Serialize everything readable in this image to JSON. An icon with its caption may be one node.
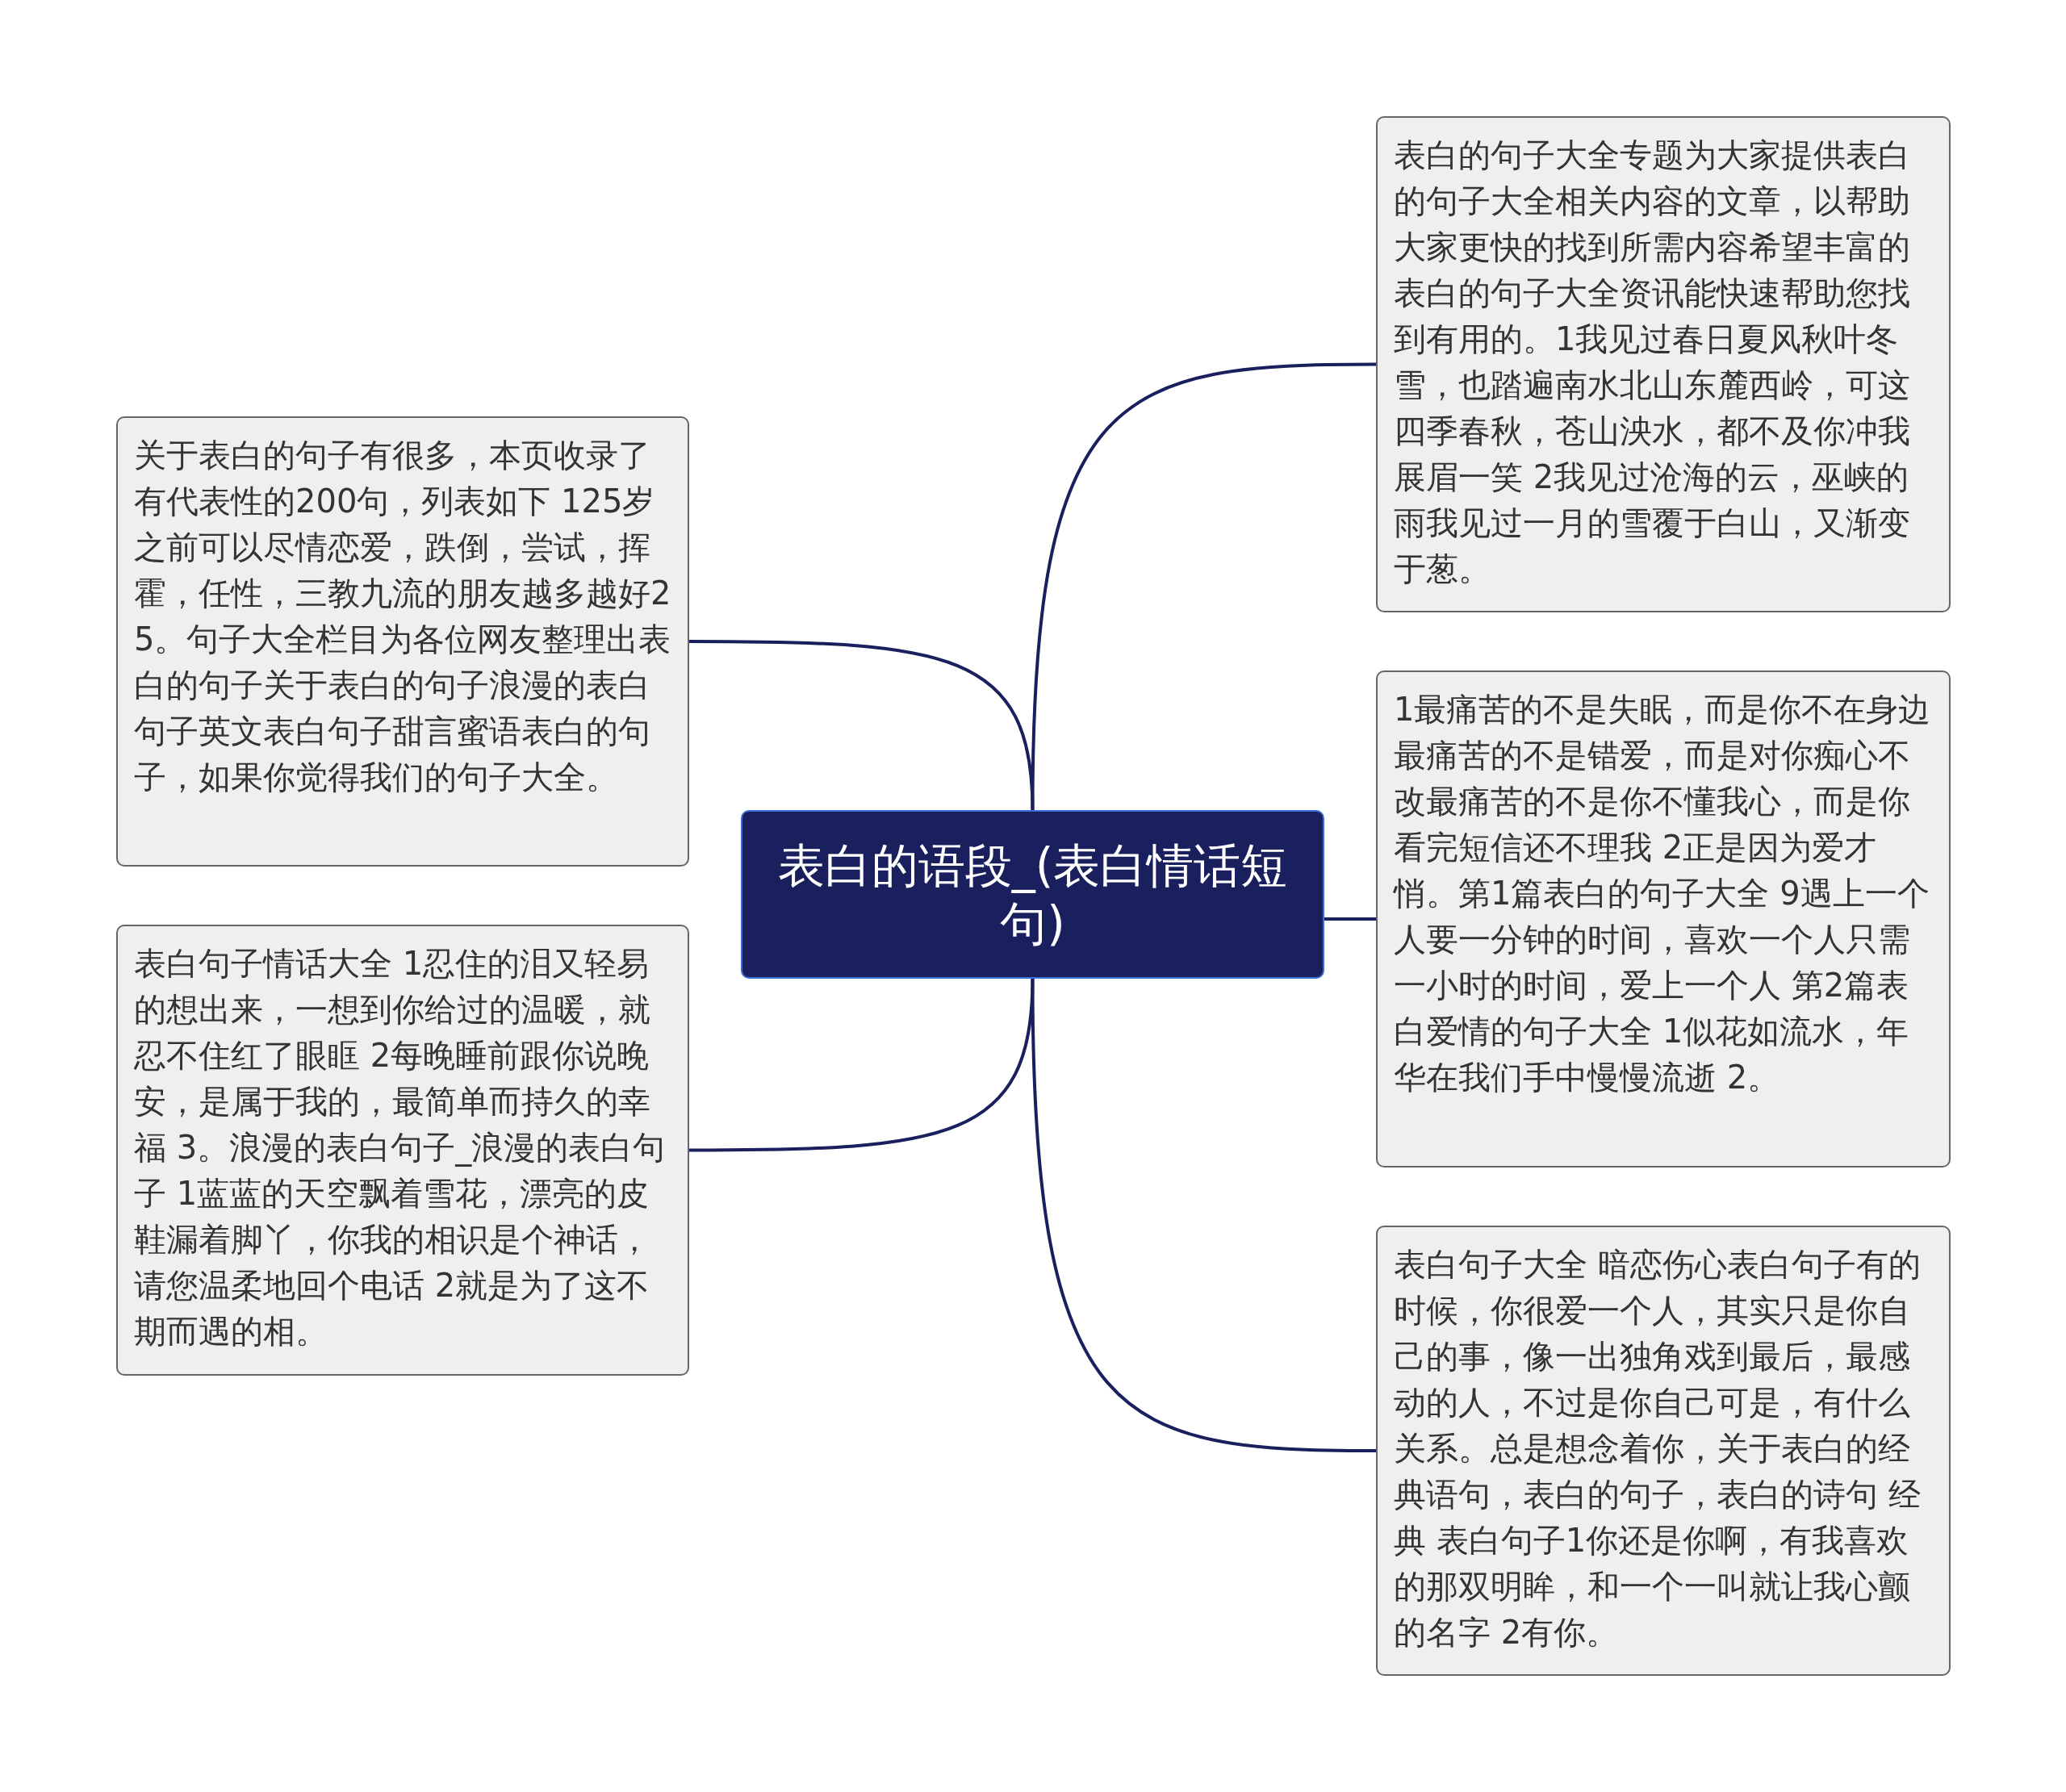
{
  "diagram": {
    "nodes": [
      {
        "text": [
          "表白的语段_(表白情话短句)"
        ]
      },
      {
        "text": [
          "关于表白的句子有很多，本页收录了有代表性的200句，列表如下 125岁之前可以尽情恋爱，跌倒，尝试，挥霍，任性，三教九流的朋友越多越好25。句子大全栏目为各位网友整理出表白的句子关于表白的句子浪漫的表白句子英文表白句子甜言蜜语表白的句子，如果你觉得我们的句子大全。"
        ]
      },
      {
        "text": [
          "表白句子情话大全 1忍住的泪又轻易的想出来，一想到你给过的温暖，就忍不住红了眼眶 2每晚睡前跟你说晚安，是属于我的，最简单而持久的幸福 3。浪漫的表白句子_浪漫的表白句子 1蓝蓝的天空飘着雪花，漂亮的皮鞋漏着脚丫，你我的相识是个神话，请您温柔地回个电话 2就是为了这不期而遇的相。"
        ]
      },
      {
        "text": [
          "表白的句子大全专题为大家提供表白的句子大全相关内容的文章，以帮助大家更快的找到所需内容希望丰富的表白的句子大全资讯能快速帮助您找到有用的。1我见过春日夏风秋叶冬雪，也踏遍南水北山东麓西岭，可这四季春秋，苍山泱水，都不及你冲我展眉一笑 2我见过沧海的云，巫峡的雨我见过一月的雪覆于白山，又渐变于葱。"
        ]
      },
      {
        "text": [
          "1最痛苦的不是失眠，而是你不在身边最痛苦的不是错爱，而是对你痴心不改最痛苦的不是你不懂我心，而是你看完短信还不理我 2正是因为爱才悄。第1篇表白的句子大全 9遇上一个人要一分钟的时间，喜欢一个人只需一小时的时间，爱上一个人 第2篇表白爱情的句子大全 1似花如流水，年华在我们手中慢慢流逝 2。"
        ]
      },
      {
        "text": [
          "表白句子大全 暗恋伤心表白句子有的时候，你很爱一个人，其实只是你自己的事，像一出独角戏到最后，最感动的人，不过是你自己可是，有什么关系。总是想念着你，关于表白的经典语句，表白的句子，表白的诗句 经典 表白句子1你还是你啊，有我喜欢的那双明眸，和一个一叫就让我心颤的名字 2有你。"
        ]
      }
    ],
    "edges": [
      {
        "from": 0,
        "to": 1,
        "arrow": "none"
      },
      {
        "from": 0,
        "to": 2,
        "arrow": "none"
      },
      {
        "from": 0,
        "to": 3,
        "arrow": "none"
      },
      {
        "from": 0,
        "to": 4,
        "arrow": "none"
      },
      {
        "from": 0,
        "to": 5,
        "arrow": "none"
      }
    ]
  }
}
